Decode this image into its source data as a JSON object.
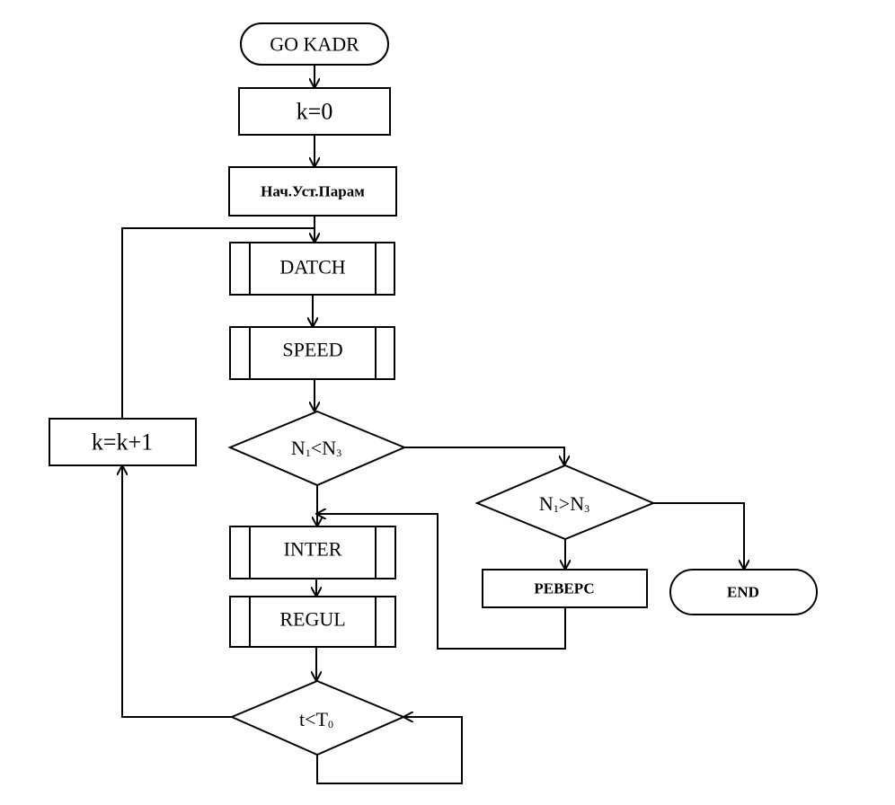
{
  "flowchart": {
    "start": "GO KADR",
    "init_counter": "k=0",
    "init_params": "Нач.Уст.Парам",
    "datch": "DATCH",
    "speed": "SPEED",
    "cond1": {
      "base": "N",
      "sub1": "1",
      "op": "<",
      "base2": "N",
      "sub2": "3"
    },
    "cond2": {
      "base": "N",
      "sub1": "1",
      "op": ">",
      "base2": "N",
      "sub2": "3"
    },
    "inter": "INTER",
    "regul": "REGUL",
    "revers": "РЕВЕРС",
    "end": "END",
    "increment": "k=k+1",
    "cond3": {
      "lhs": "t<T",
      "sub": "0"
    }
  }
}
